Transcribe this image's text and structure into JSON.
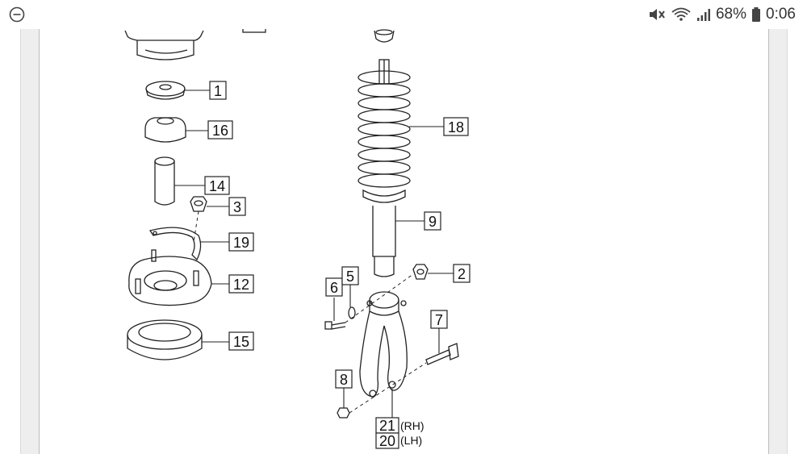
{
  "status_bar": {
    "left_icon": "minus-circle-icon",
    "icons": [
      "mute-icon",
      "wifi-icon",
      "signal-icon",
      "battery-icon"
    ],
    "battery": "68%",
    "time": "0:06"
  },
  "diagram": {
    "callouts": [
      {
        "id": "c1",
        "label": "1"
      },
      {
        "id": "c16",
        "label": "16"
      },
      {
        "id": "c14",
        "label": "14"
      },
      {
        "id": "c3",
        "label": "3"
      },
      {
        "id": "c19",
        "label": "19"
      },
      {
        "id": "c12",
        "label": "12"
      },
      {
        "id": "c15",
        "label": "15"
      },
      {
        "id": "c18",
        "label": "18"
      },
      {
        "id": "c9",
        "label": "9"
      },
      {
        "id": "c2",
        "label": "2"
      },
      {
        "id": "c6",
        "label": "6"
      },
      {
        "id": "c5",
        "label": "5"
      },
      {
        "id": "c7",
        "label": "7"
      },
      {
        "id": "c8",
        "label": "8"
      }
    ],
    "bottom_labels": [
      {
        "number": "21",
        "suffix": "(RH)"
      },
      {
        "number": "20",
        "suffix": "(LH)"
      }
    ]
  }
}
